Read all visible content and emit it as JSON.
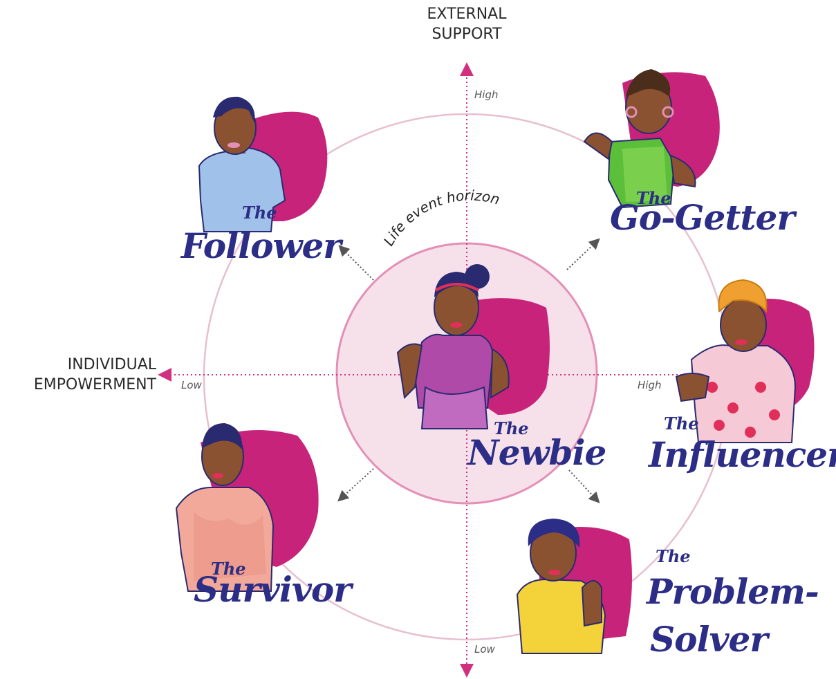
{
  "axes": {
    "vertical_title_line1": "EXTERNAL",
    "vertical_title_line2": "SUPPORT",
    "horizontal_title_line1": "INDIVIDUAL",
    "horizontal_title_line2": "EMPOWERMENT",
    "top_tick": "High",
    "bottom_tick": "Low",
    "left_tick": "Low",
    "right_tick": "High"
  },
  "center": {
    "horizon_label": "Life event horizon",
    "persona_prefix": "The",
    "persona_name": "Newbie"
  },
  "personas": [
    {
      "prefix": "The",
      "name": "Follower"
    },
    {
      "prefix": "The",
      "name": "Go-Getter"
    },
    {
      "prefix": "The",
      "name": "Influencer"
    },
    {
      "prefix": "The",
      "name": "Survivor"
    },
    {
      "prefix": "The",
      "name": "Problem-",
      "name2": "Solver"
    }
  ],
  "colors": {
    "magenta": "#c8237a",
    "navy": "#2b2d86",
    "axis": "#d0307e",
    "ring": "#e8bfd0",
    "center_fill": "#f6e1ea",
    "center_stroke": "#e48fb6",
    "skin": "#8a5230",
    "hair": "#2a2a70"
  },
  "icons": [
    "arrow-icon",
    "person-illustration"
  ]
}
